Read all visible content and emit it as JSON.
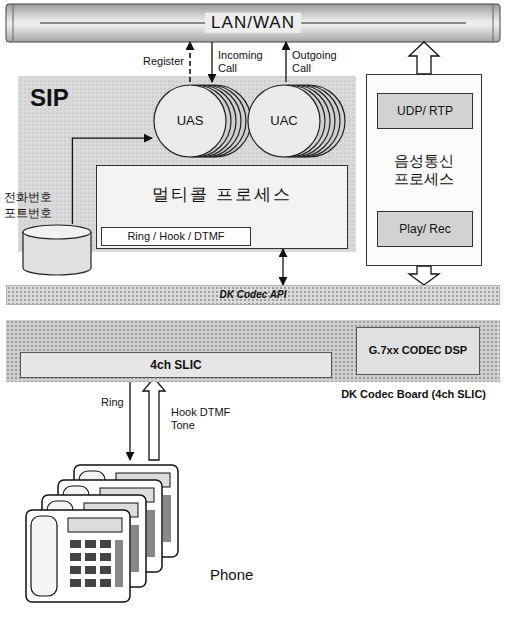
{
  "diagram": {
    "nodes": [
      {
        "text": [
          "LAN/WAN"
        ]
      },
      {
        "text": [
          "SIP"
        ]
      },
      {
        "text": [
          "UAS"
        ],
        "in": 1
      },
      {
        "text": [
          "UAC"
        ],
        "in": 1
      },
      {
        "text": [
          "멀티콜 프로세스"
        ],
        "in": 1
      },
      {
        "text": [
          "Ring / Hook / DTMF"
        ],
        "in": 4
      },
      {
        "text": [
          "전화번호 포트번호"
        ]
      },
      {
        "text": [
          "음성통신 프로세스"
        ]
      },
      {
        "text": [
          "UDP/ RTP"
        ],
        "in": 7
      },
      {
        "text": [
          "Play/ Rec"
        ],
        "in": 7
      },
      {
        "text": [
          "DK Codec API"
        ]
      },
      {
        "text": [
          "DK Codec Board (4ch SLIC)"
        ]
      },
      {
        "text": [
          "4ch SLIC"
        ],
        "in": 11
      },
      {
        "text": [
          "G.7xx CODEC DSP"
        ],
        "in": 11
      },
      {
        "text": [
          "Phone"
        ]
      }
    ],
    "edges": [
      {
        "from": 2,
        "to": 0,
        "label": "Register",
        "arrow": "to"
      },
      {
        "from": 0,
        "to": 2,
        "label": "Incoming Call",
        "arrow": "to"
      },
      {
        "from": 3,
        "to": 0,
        "label": "Outgoing Call",
        "arrow": "to"
      },
      {
        "from": 6,
        "to": 2,
        "arrow": "to"
      },
      {
        "from": 4,
        "to": 10,
        "arrow": "both"
      },
      {
        "from": 7,
        "to": 0,
        "arrow": "to"
      },
      {
        "from": 7,
        "to": 10,
        "arrow": "to"
      },
      {
        "from": 12,
        "to": 14,
        "label": "Ring",
        "arrow": "to"
      },
      {
        "from": 14,
        "to": 12,
        "label": "Hook DTMF Tone",
        "arrow": "to"
      }
    ]
  }
}
